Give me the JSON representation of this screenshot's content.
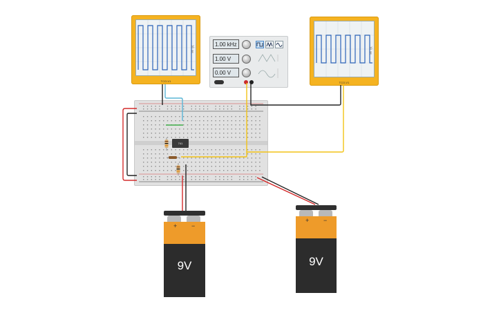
{
  "oscilloscope_left": {
    "model_label": "TCO-V1",
    "side_label": "10 ms"
  },
  "oscilloscope_right": {
    "model_label": "TCO-V1",
    "side_label": "10 ms"
  },
  "function_generator": {
    "frequency": "1.00 kHz",
    "amplitude": "1.00 V",
    "offset": "0.00 V",
    "waveforms": [
      "square",
      "triangle",
      "sine"
    ],
    "selected_waveform": "square"
  },
  "chip": {
    "label": "741"
  },
  "battery_left": {
    "voltage": "9V",
    "plus": "+",
    "minus": "−"
  },
  "battery_right": {
    "voltage": "9V",
    "plus": "+",
    "minus": "−"
  },
  "colors": {
    "wire_red": "#d42b2b",
    "wire_black": "#222222",
    "wire_yellow": "#f2c316",
    "wire_blue": "#5ab5d6",
    "wire_green": "#3fae49",
    "trace": "#2a62b8",
    "scope_body": "#f5b321"
  }
}
